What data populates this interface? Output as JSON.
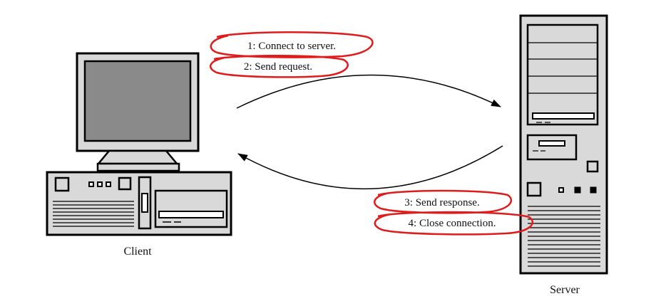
{
  "client": {
    "caption": "Client"
  },
  "server": {
    "caption": "Server"
  },
  "steps": [
    {
      "label": "1: Connect to server."
    },
    {
      "label": "2: Send request."
    },
    {
      "label": "3: Send response."
    },
    {
      "label": "4: Close connection."
    }
  ],
  "colors": {
    "outline": "#000000",
    "screen": "#8a8a8a",
    "frame": "#d9d9d9",
    "highlight": "#e01b1b"
  }
}
